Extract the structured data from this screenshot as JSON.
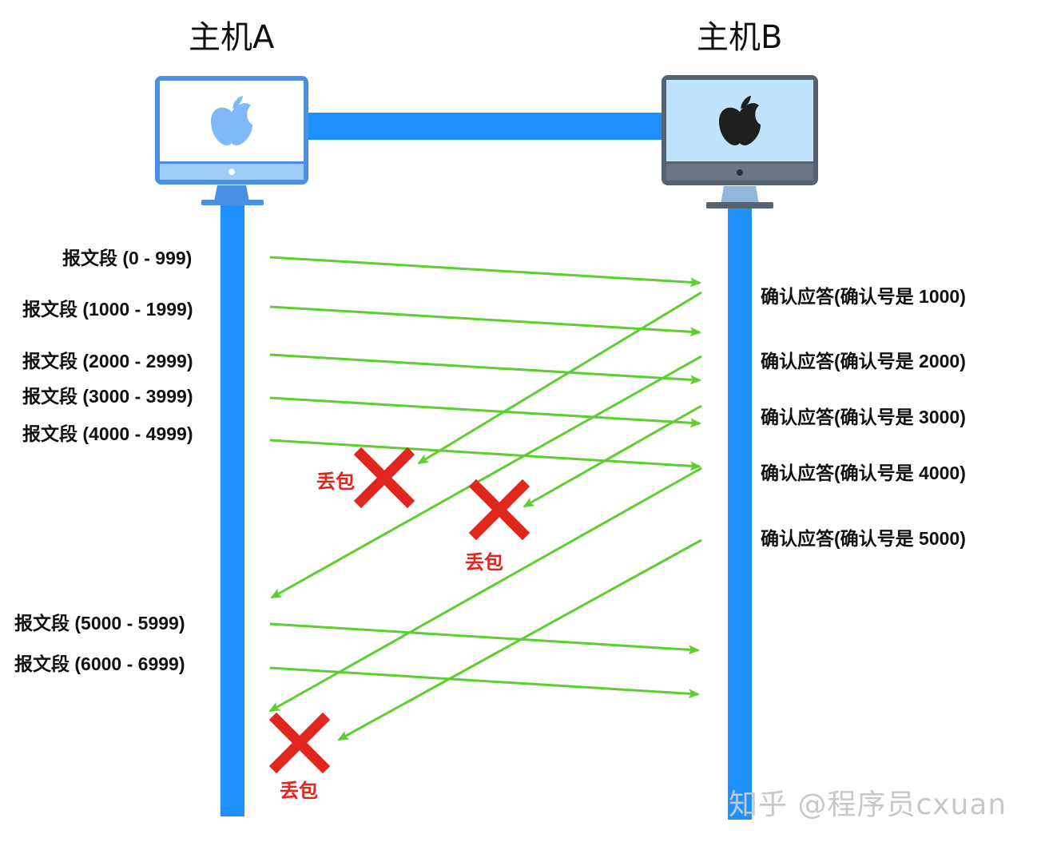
{
  "hosts": {
    "a": {
      "title": "主机A",
      "icon": "apple-logo-icon",
      "screen_color": "#ffffff",
      "frame_color": "#4a90e2"
    },
    "b": {
      "title": "主机B",
      "icon": "apple-logo-icon",
      "screen_color": "#bfe3fb",
      "frame_color": "#556270"
    }
  },
  "colors": {
    "line": "#1e90ff",
    "arrow": "#5ccf2e",
    "loss": "#e0261d"
  },
  "segments_sent": [
    "报文段 (0 - 999)",
    "报文段 (1000 - 1999)",
    "报文段 (2000 - 2999)",
    "报文段 (3000 - 3999)",
    "报文段 (4000 - 4999)",
    "报文段 (5000 - 5999)",
    "报文段 (6000 - 6999)"
  ],
  "acks": [
    "确认应答(确认号是 1000)",
    "确认应答(确认号是 2000)",
    "确认应答(确认号是 3000)",
    "确认应答(确认号是 4000)",
    "确认应答(确认号是 5000)"
  ],
  "loss_label": "丢包",
  "watermark": "知乎 @程序员cxuan"
}
